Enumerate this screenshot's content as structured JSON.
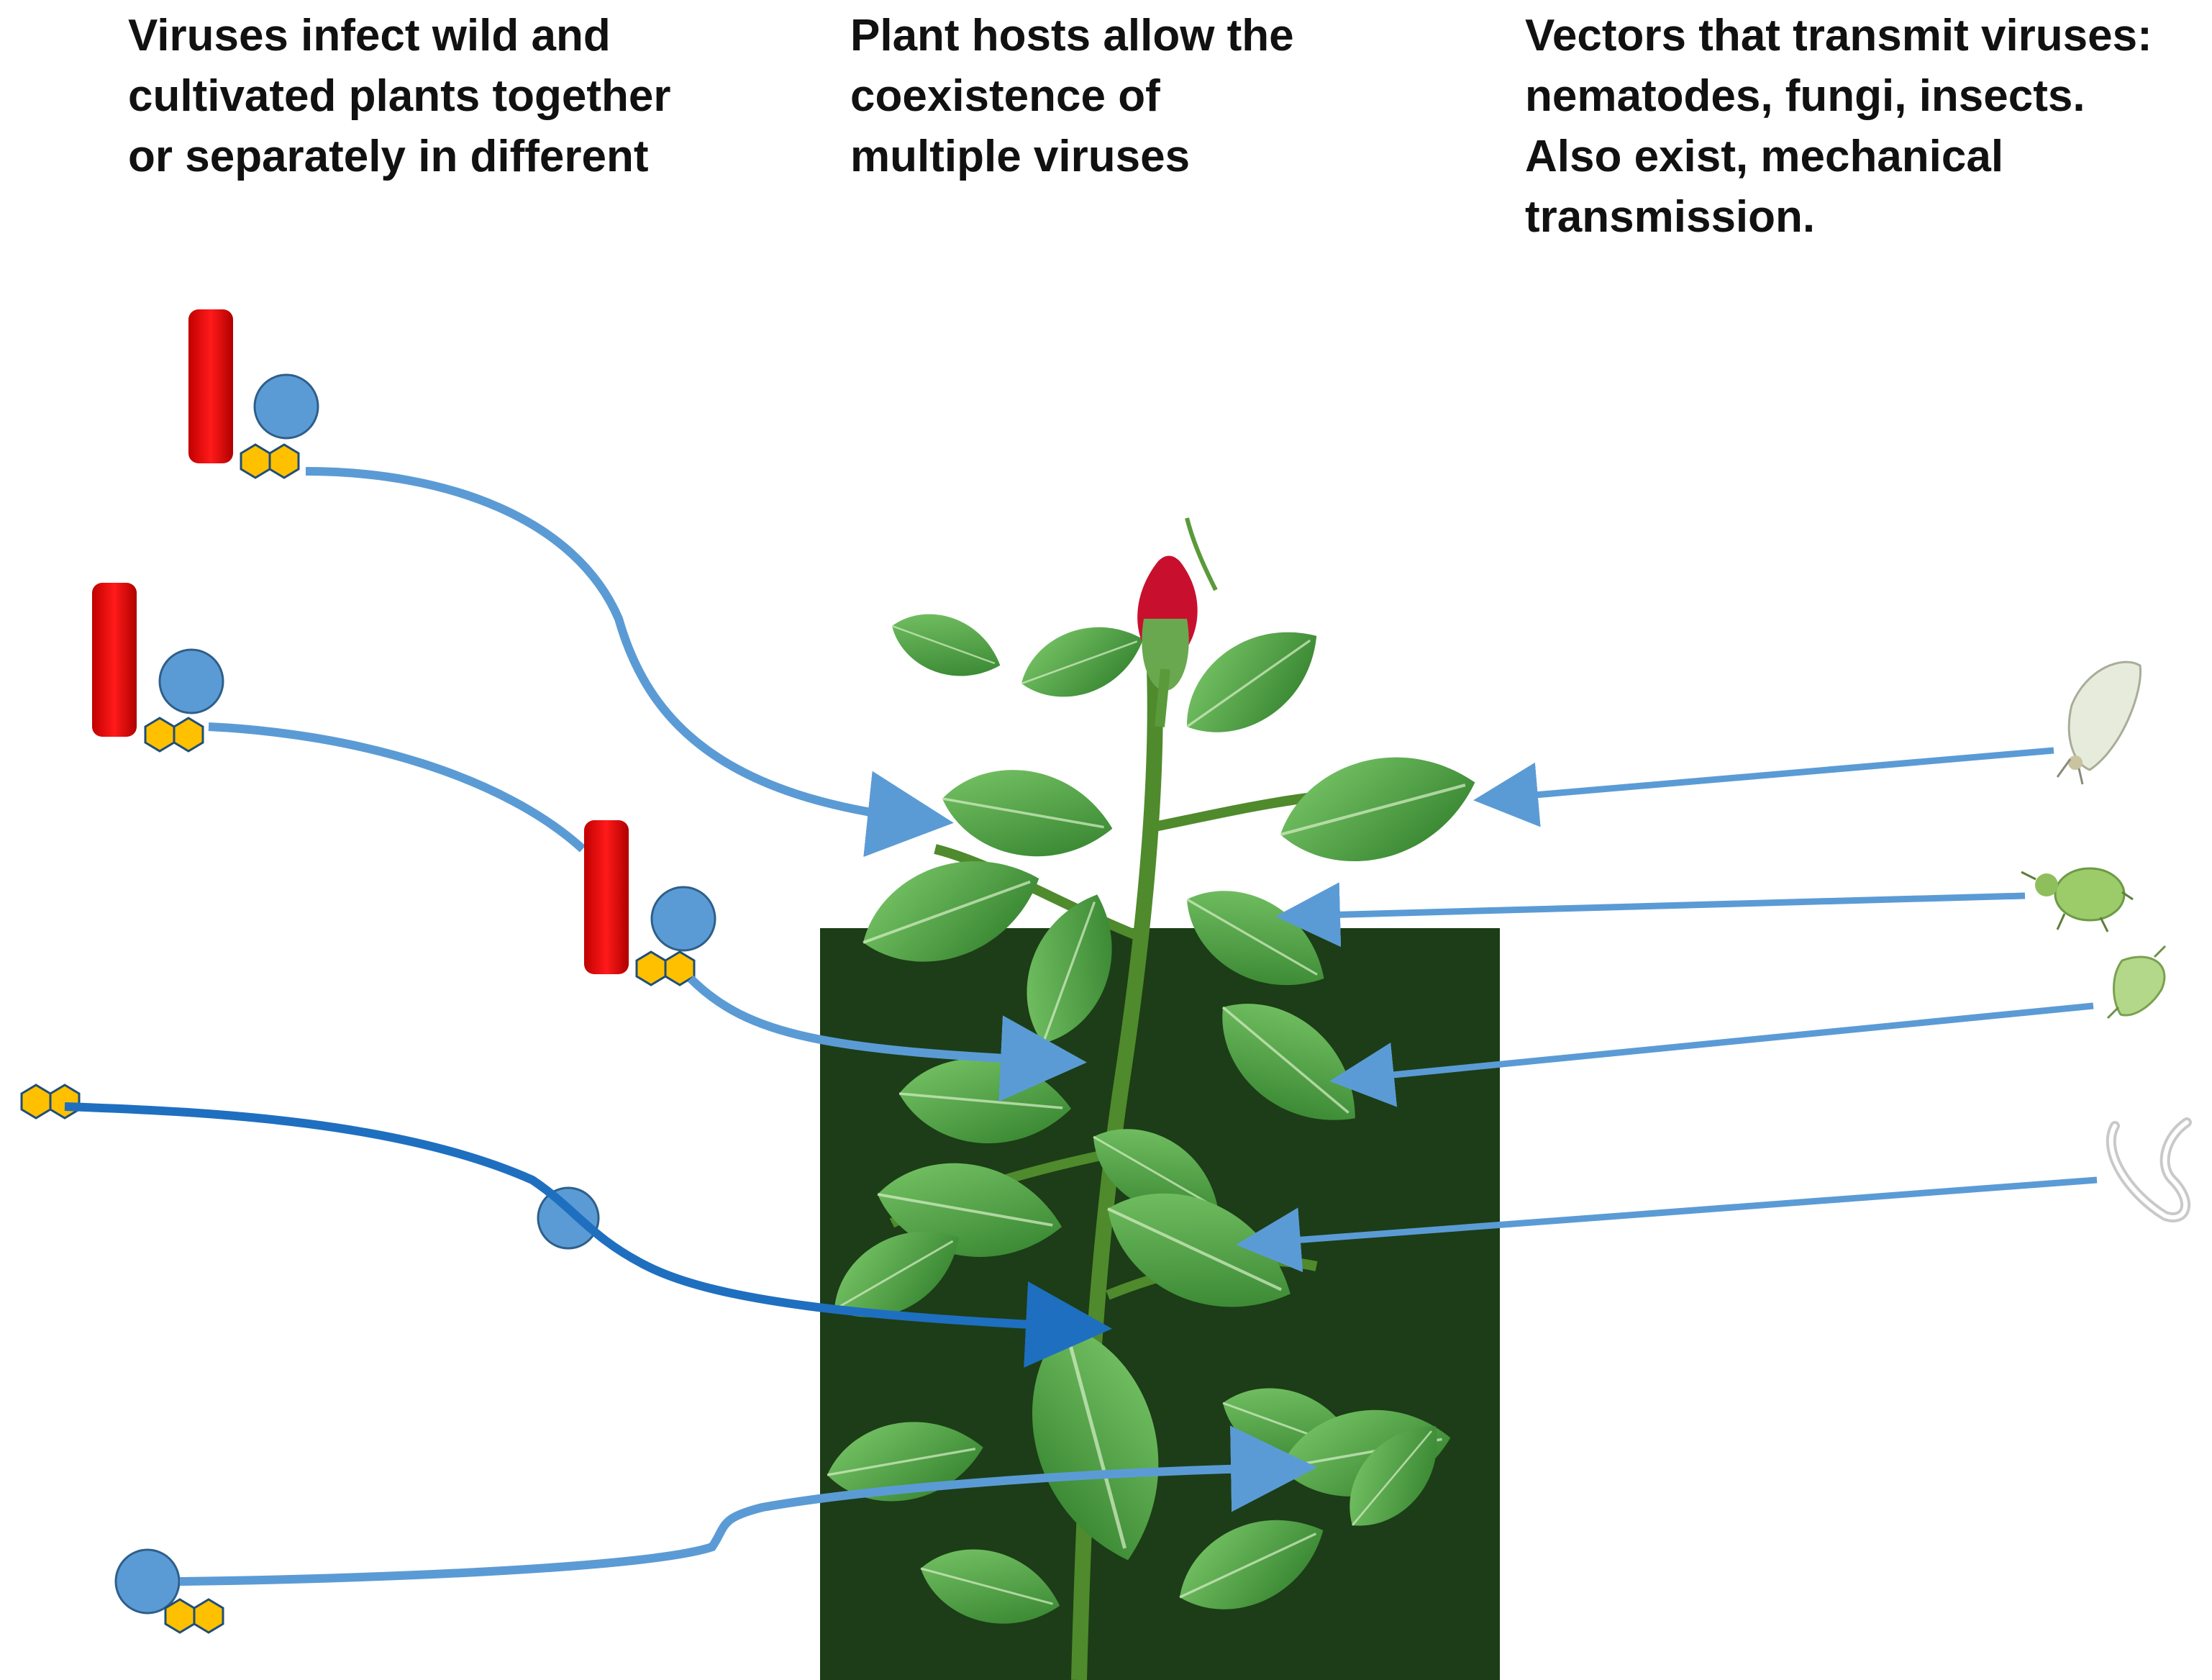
{
  "captions": {
    "wild_cultivated": "Viruses infect wild and\ncultivated plants  together\nor separately in different",
    "coexistence": "Plant hosts allow the\ncoexistence of\nmultiple viruses",
    "vectors": "Vectors that transmit viruses:\nnematodes, fungi, insects.\nAlso exist, mechanical\ntransmission."
  },
  "colors": {
    "rod_virus": "#ee0000",
    "sphere_virus": "#5b9bd5",
    "hexagon_virus": "#ffc000",
    "arrow_light": "#5b9bd5",
    "arrow_dark": "#1f6fc0",
    "rose_bud": "#c8102e",
    "leaf": "#3f9a35"
  },
  "icons": {
    "rod": "red-rod-virus-icon",
    "sphere": "blue-sphere-virus-icon",
    "hexagon": "yellow-hexagon-virus-icon",
    "host_plant": "rose-plant-icon",
    "vectors": [
      "whitefly-icon",
      "aphid-icon",
      "leafhopper-icon",
      "nematode-icon"
    ]
  }
}
